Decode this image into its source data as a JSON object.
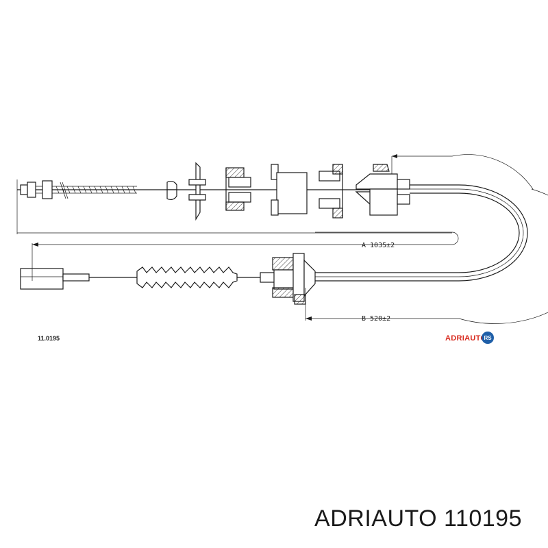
{
  "drawing": {
    "dimension_a": "A  1035±2",
    "dimension_b": "B  520±2",
    "part_number": "11.0195",
    "logo": {
      "text": "ADRIAUTO",
      "badge_text": "RS",
      "text_color": "#d8281c",
      "badge_color": "#1f5fa8"
    }
  },
  "footer": {
    "title": "ADRIAUTO 110195"
  }
}
